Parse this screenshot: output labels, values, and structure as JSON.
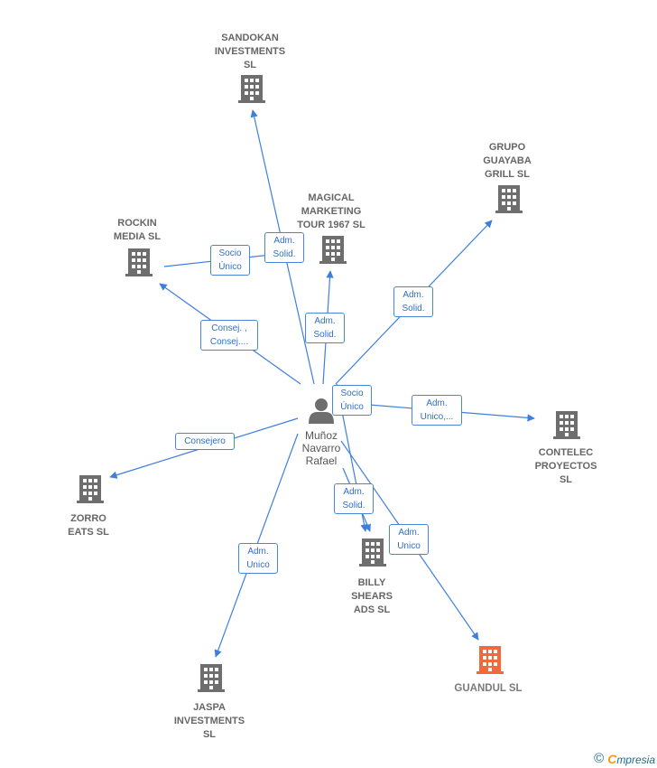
{
  "colors": {
    "edge": "#3f7fdc",
    "building": "#6e6e6e",
    "building_highlight": "#f26a3b",
    "person": "#6e6e6e"
  },
  "person": {
    "name": "Muñoz\nNavarro\nRafael",
    "icon": "person-icon"
  },
  "companies": [
    {
      "id": "sandokan",
      "name": "SANDOKAN\nINVESTMENTS\nSL",
      "icon": "building-icon",
      "highlight": false
    },
    {
      "id": "grupo-guayaba",
      "name": "GRUPO\nGUAYABA\nGRILL  SL",
      "icon": "building-icon",
      "highlight": false
    },
    {
      "id": "magical",
      "name": "MAGICAL\nMARKETING\nTOUR 1967 SL",
      "icon": "building-icon",
      "highlight": false
    },
    {
      "id": "rockin",
      "name": "ROCKIN\nMEDIA  SL",
      "icon": "building-icon",
      "highlight": false
    },
    {
      "id": "contelec",
      "name": "CONTELEC\nPROYECTOS\nSL",
      "icon": "building-icon",
      "highlight": false
    },
    {
      "id": "zorro",
      "name": "ZORRO\nEATS  SL",
      "icon": "building-icon",
      "highlight": false
    },
    {
      "id": "billy",
      "name": "BILLY\nSHEARS\nADS  SL",
      "icon": "building-icon",
      "highlight": false
    },
    {
      "id": "guandul",
      "name": "GUANDUL  SL",
      "icon": "building-icon",
      "highlight": true
    },
    {
      "id": "jaspa",
      "name": "JASPA\nINVESTMENTS\nSL",
      "icon": "building-icon",
      "highlight": false
    }
  ],
  "relations": [
    {
      "id": "r1",
      "label": "Adm.\nSolid.",
      "target": "sandokan"
    },
    {
      "id": "r2",
      "label": "Socio\nÚnico",
      "target": "rockin"
    },
    {
      "id": "r3",
      "label": "Adm.\nSolid.",
      "target": "grupo-guayaba"
    },
    {
      "id": "r4",
      "label": "Adm.\nSolid.",
      "target": "magical"
    },
    {
      "id": "r5",
      "label": "Consej. ,\nConsej....",
      "target": "rockin"
    },
    {
      "id": "r6",
      "label": "Socio\nÚnico",
      "target": "billy"
    },
    {
      "id": "r7",
      "label": "Adm.\nUnico,...",
      "target": "contelec"
    },
    {
      "id": "r8",
      "label": "Consejero",
      "target": "zorro"
    },
    {
      "id": "r9",
      "label": "Adm.\nSolid.",
      "target": "billy"
    },
    {
      "id": "r10",
      "label": "Adm.\nUnico",
      "target": "guandul"
    },
    {
      "id": "r11",
      "label": "Adm.\nUnico",
      "target": "jaspa"
    }
  ],
  "footer": {
    "copyright": "©",
    "brand_first": "C",
    "brand_rest": "mpresia"
  }
}
